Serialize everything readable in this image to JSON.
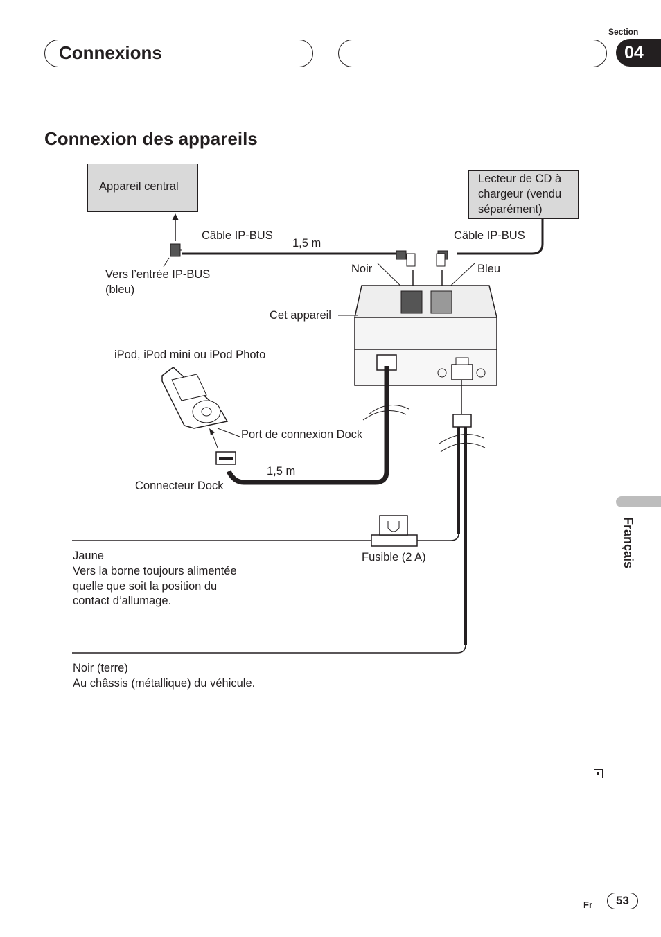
{
  "header": {
    "chapter_title": "Connexions",
    "section_label": "Section",
    "section_number": "04"
  },
  "page_heading": "Connexion des appareils",
  "diagram": {
    "central_unit": "Appareil central",
    "cd_changer": "Lecteur de CD à\nchargeur (vendu\nséparément)",
    "ipbus_cable_left": "Câble IP-BUS",
    "ipbus_cable_right": "Câble IP-BUS",
    "cable_length_top": "1,5 m",
    "ipbus_input_line1": "Vers l’entrée IP-BUS",
    "ipbus_input_line2": "(bleu)",
    "black_label": "Noir",
    "blue_label": "Bleu",
    "this_unit": "Cet appareil",
    "ipod_label": "iPod, iPod mini ou iPod Photo",
    "dock_port": "Port de connexion Dock",
    "cable_length_bottom": "1,5 m",
    "dock_connector": "Connecteur Dock",
    "fuse": "Fusible (2 A)",
    "yellow_line1": "Jaune",
    "yellow_line2": "Vers la borne toujours alimentée",
    "yellow_line3": "quelle que soit la position du",
    "yellow_line4": "contact d’allumage.",
    "ground_line1": "Noir (terre)",
    "ground_line2": "Au châssis (métallique) du véhicule."
  },
  "side_tab": {
    "language": "Français"
  },
  "footer": {
    "language_code": "Fr",
    "page_number": "53"
  }
}
